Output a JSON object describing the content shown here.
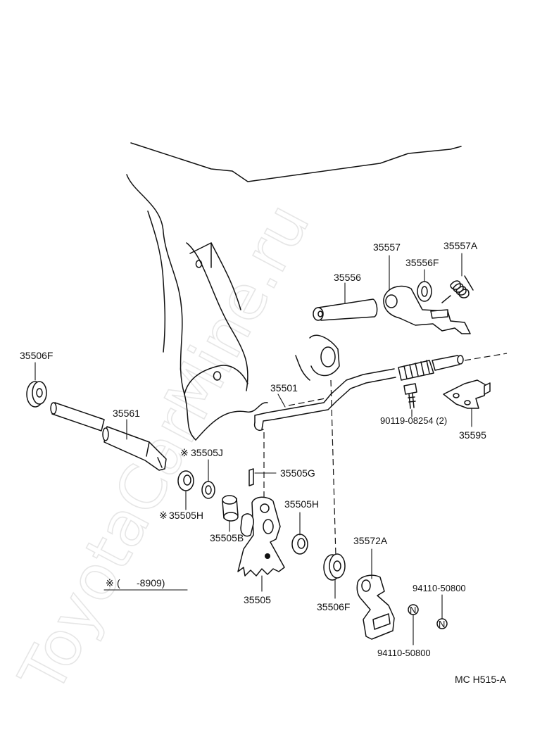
{
  "watermark": "ToyotaCarMine.ru",
  "parts": {
    "p35506F_top": "35506F",
    "p35561": "35561",
    "p35505J": "35505J",
    "p35505H_left": "35505H",
    "p35505G": "35505G",
    "p35505B": "35505B",
    "p35505H_right": "35505H",
    "p35505": "35505",
    "p35501": "35501",
    "p35556": "35556",
    "p35557": "35557",
    "p35556F": "35556F",
    "p35557A": "35557A",
    "p90119": "90119-08254 (2)",
    "p35595": "35595",
    "p35572A": "35572A",
    "p35506F_bottom": "35506F",
    "p94110_top": "94110-50800",
    "p94110_bottom": "94110-50800"
  },
  "marks": {
    "asterisk": "※",
    "note_range": "(      -8909)"
  },
  "footer_code": "MC H515-A"
}
